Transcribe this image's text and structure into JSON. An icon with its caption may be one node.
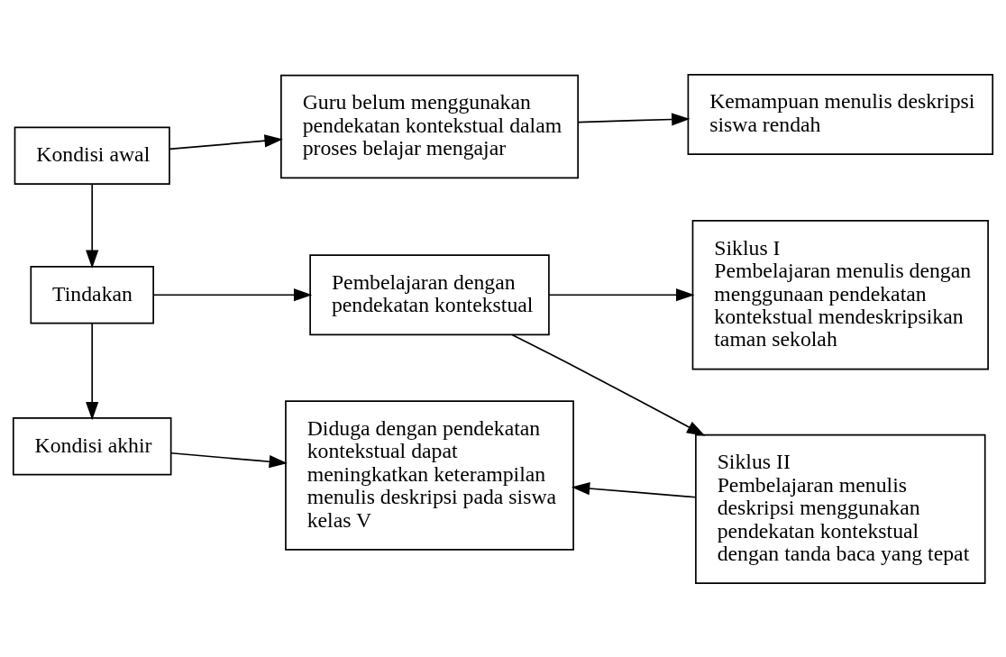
{
  "diagram": {
    "nodes": [
      {
        "text": [
          "Kondisi awal"
        ]
      },
      {
        "text": [
          "Guru belum menggunakan pendekatan kontekstual dalam proses belajar mengajar"
        ]
      },
      {
        "text": [
          "Kemampuan menulis deskripsi siswa rendah"
        ]
      },
      {
        "text": [
          "Tindakan"
        ]
      },
      {
        "text": [
          "Pembelajaran dengan pendekatan kontekstual"
        ]
      },
      {
        "text": [
          "Siklus I",
          "Pembelajaran menulis dengan menggunaan pendekatan kontekstual mendeskripsikan taman sekolah"
        ]
      },
      {
        "text": [
          "Siklus II",
          "Pembelajaran menulis deskripsi menggunakan pendekatan kontekstual dengan tanda baca yang tepat"
        ]
      },
      {
        "text": [
          "Kondisi akhir"
        ]
      },
      {
        "text": [
          "Diduga dengan pendekatan kontekstual dapat meningkatkan keterampilan menulis deskripsi pada siswa kelas V"
        ]
      }
    ],
    "edges": [
      {
        "from": 0,
        "to": 1,
        "arrow": "to"
      },
      {
        "from": 1,
        "to": 2,
        "arrow": "to"
      },
      {
        "from": 0,
        "to": 3,
        "arrow": "to"
      },
      {
        "from": 3,
        "to": 4,
        "arrow": "to"
      },
      {
        "from": 4,
        "to": 5,
        "arrow": "to"
      },
      {
        "from": 4,
        "to": 6,
        "arrow": "to"
      },
      {
        "from": 3,
        "to": 7,
        "arrow": "to"
      },
      {
        "from": 7,
        "to": 8,
        "arrow": "to"
      },
      {
        "from": 6,
        "to": 8,
        "arrow": "to"
      }
    ]
  }
}
